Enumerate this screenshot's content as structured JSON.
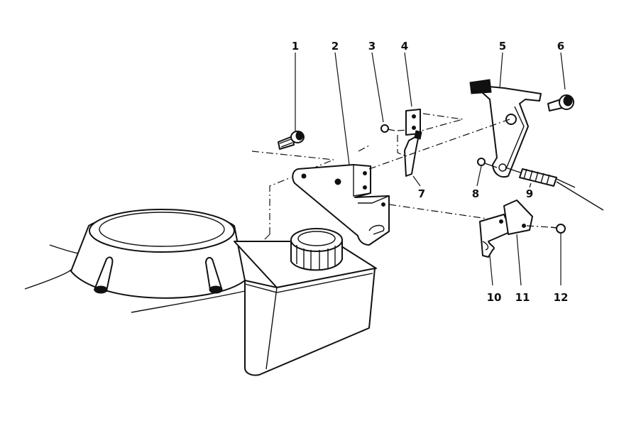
{
  "diagram": {
    "callouts": [
      {
        "id": "1",
        "label": "1"
      },
      {
        "id": "2",
        "label": "2"
      },
      {
        "id": "3",
        "label": "3"
      },
      {
        "id": "4",
        "label": "4"
      },
      {
        "id": "5",
        "label": "5"
      },
      {
        "id": "6",
        "label": "6"
      },
      {
        "id": "7",
        "label": "7"
      },
      {
        "id": "8",
        "label": "8"
      },
      {
        "id": "9",
        "label": "9"
      },
      {
        "id": "10",
        "label": "10"
      },
      {
        "id": "11",
        "label": "11"
      },
      {
        "id": "12",
        "label": "12"
      }
    ],
    "colors": {
      "line": "#111111",
      "background": "#ffffff"
    }
  }
}
